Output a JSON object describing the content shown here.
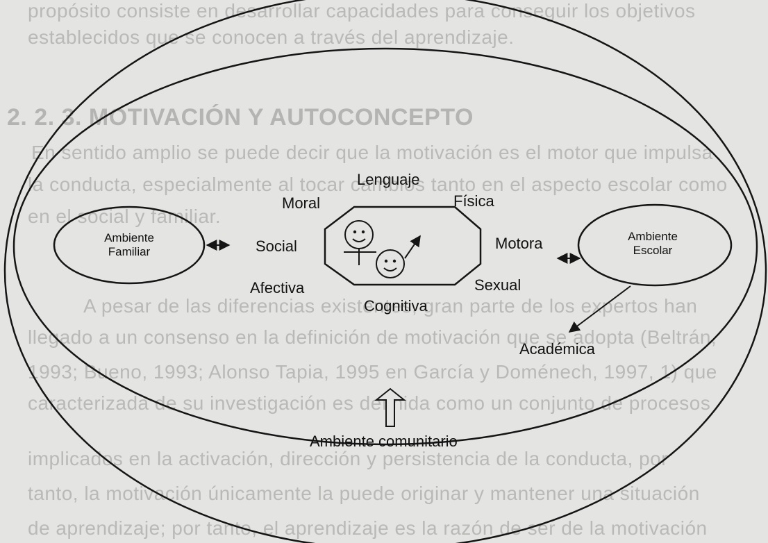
{
  "background_text": {
    "lines": [
      "propósito  consiste  en  desarrollar  capacidades  para  conseguir  los  objetivos",
      "establecidos que se conocen a través del aprendizaje.",
      "2. 2. 3.  MOTIVACIÓN Y AUTOCONCEPTO",
      "En sentido amplio se puede decir que la motivación es el motor que impulsa",
      "la conducta, especialmente al tocar cambios tanto en el aspecto escolar como",
      "en el social y familiar.",
      "A pesar de las diferencias existentes, gran parte de los expertos han",
      "llegado a un consenso en la definición de motivación que se adopta (Beltrán,",
      "1993; Bueno, 1993; Alonso Tapia, 1995 en García y Doménech, 1997, 1) que",
      "caracterizada  de su investigación es definida como un conjunto de procesos",
      "implicados en la activación, dirección y persistencia de la conducta, por",
      "tanto, la motivación únicamente la puede originar y mantener una situación",
      "de aprendizaje; por tanto, el aprendizaje es la razón de ser de la motivación"
    ]
  },
  "diagram": {
    "center_labels": {
      "lenguaje": "Lenguaje",
      "moral": "Moral",
      "fisica": "Física",
      "social": "Social",
      "motora": "Motora",
      "afectiva": "Afectiva",
      "sexual": "Sexual",
      "cognitiva": "Cognitiva"
    },
    "left_env": {
      "line1": "Ambiente",
      "line2": "Familiar"
    },
    "right_env": {
      "line1": "Ambiente",
      "line2": "Escolar"
    },
    "academic": "Académica",
    "community": "Ambiente comunitario",
    "colors": {
      "stroke": "#151515",
      "background": "#e4e4e2",
      "faint_text": "#b9b9b7"
    }
  }
}
